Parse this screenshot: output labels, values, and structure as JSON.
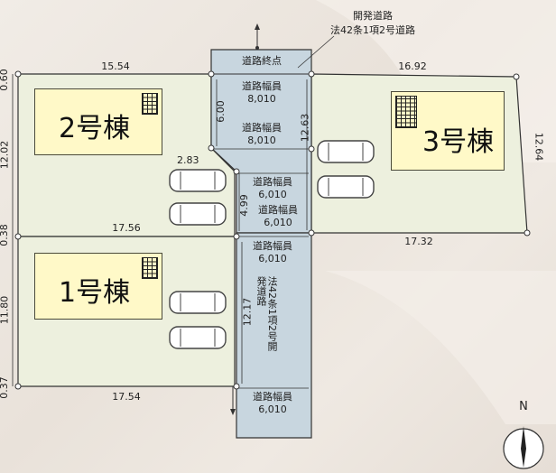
{
  "header_label": {
    "line1": "開発道路",
    "line2": "法42条1項2号道路"
  },
  "road_end_label": "道路終点",
  "road_widths": [
    "道路幅員",
    "8,010",
    "道路幅員",
    "8,010",
    "道路幅員",
    "6,010",
    "道路幅員",
    "6,010",
    "道路幅員",
    "6,010",
    "道路幅員",
    "6,010"
  ],
  "side_road_label": "法42条1項2号開発道路",
  "buildings": [
    {
      "name": "2号棟"
    },
    {
      "name": "3号棟"
    },
    {
      "name": "1号棟"
    }
  ],
  "dimensions": {
    "lot2_top": "15.54",
    "lot3_top": "16.92",
    "lot2_side": "12.02",
    "lot2_bottom": "17.56",
    "lot3_bottom": "17.32",
    "lot3_side": "12.64",
    "lot1_side": "11.80",
    "lot1_bottom": "17.54",
    "left_0_60": "0.60",
    "left_0_38": "0.38",
    "left_0_37": "0.37",
    "road_6_00": "6.00",
    "road_12_63": "12.63",
    "road_2_83": "2.83",
    "road_4_99": "4.99",
    "road_12_17": "12.17"
  },
  "compass": {
    "north": "N"
  },
  "colors": {
    "lot_fill": "#edf0de",
    "road_fill": "#c8d6df",
    "building_fill": "#fff9c8",
    "line": "#333333"
  }
}
